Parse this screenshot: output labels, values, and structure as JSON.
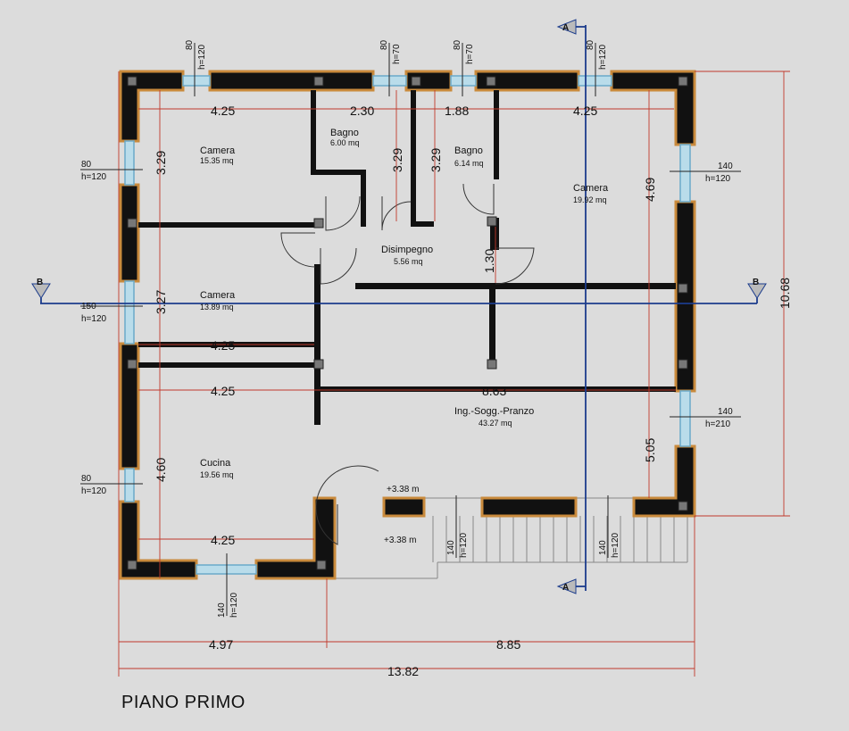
{
  "title": "PIANO PRIMO",
  "colors": {
    "background": "#dcdcdc",
    "wall": "#111111",
    "wall_edge": "#c98a3c",
    "dimension_line": "#c0392b",
    "section_line": "#1c3c8c",
    "window_glass": "#8fc6e0"
  },
  "rooms": [
    {
      "name": "Camera",
      "area": "15.35 mq"
    },
    {
      "name": "Bagno",
      "area": "6.00 mq"
    },
    {
      "name": "Bagno",
      "area": "6.14 mq"
    },
    {
      "name": "Camera",
      "area": "19.92 mq"
    },
    {
      "name": "Disimpegno",
      "area": "5.56 mq"
    },
    {
      "name": "Camera",
      "area": "13.89 mq"
    },
    {
      "name": "Ing.-Sogg.-Pranzo",
      "area": "43.27 mq"
    },
    {
      "name": "Cucina",
      "area": "19.56 mq"
    }
  ],
  "dimensions": {
    "top_425_left": "4.25",
    "top_230": "2.30",
    "top_188": "1.88",
    "top_425_right": "4.25",
    "v_329_left": "3.29",
    "v_329_bath1": "3.29",
    "v_329_bath2": "3.29",
    "v_469": "4.69",
    "v_130": "1.30",
    "v_327": "3.27",
    "h_425_mid1": "4.25",
    "h_425_mid2": "4.25",
    "h_863": "8.63",
    "v_505": "5.05",
    "v_460": "4.60",
    "h_425_bottom": "4.25",
    "bottom_497": "4.97",
    "bottom_885": "8.85",
    "bottom_1382": "13.82",
    "right_1068": "10.68"
  },
  "windows": {
    "top_1_w": "80",
    "top_1_h": "h=120",
    "top_2_w": "80",
    "top_2_h": "h=70",
    "top_3_w": "80",
    "top_3_h": "h=70",
    "top_4_w": "80",
    "top_4_h": "h=120",
    "left_1_w": "80",
    "left_1_h": "h=120",
    "left_2_w": "150",
    "left_2_h": "h=120",
    "left_3_w": "80",
    "left_3_h": "h=120",
    "right_1_w": "140",
    "right_1_h": "h=120",
    "right_2_w": "140",
    "right_2_h": "h=210",
    "bottom_1_w": "140",
    "bottom_1_h": "h=120",
    "stair_1_w": "140",
    "stair_1_h": "h=120",
    "stair_2_w": "140",
    "stair_2_h": "h=120"
  },
  "levels": {
    "entry": "+3.38 m",
    "terrace": "+3.38 m"
  },
  "sections": {
    "a_top": "A",
    "a_bottom": "A",
    "b_left": "B",
    "b_right": "B"
  }
}
